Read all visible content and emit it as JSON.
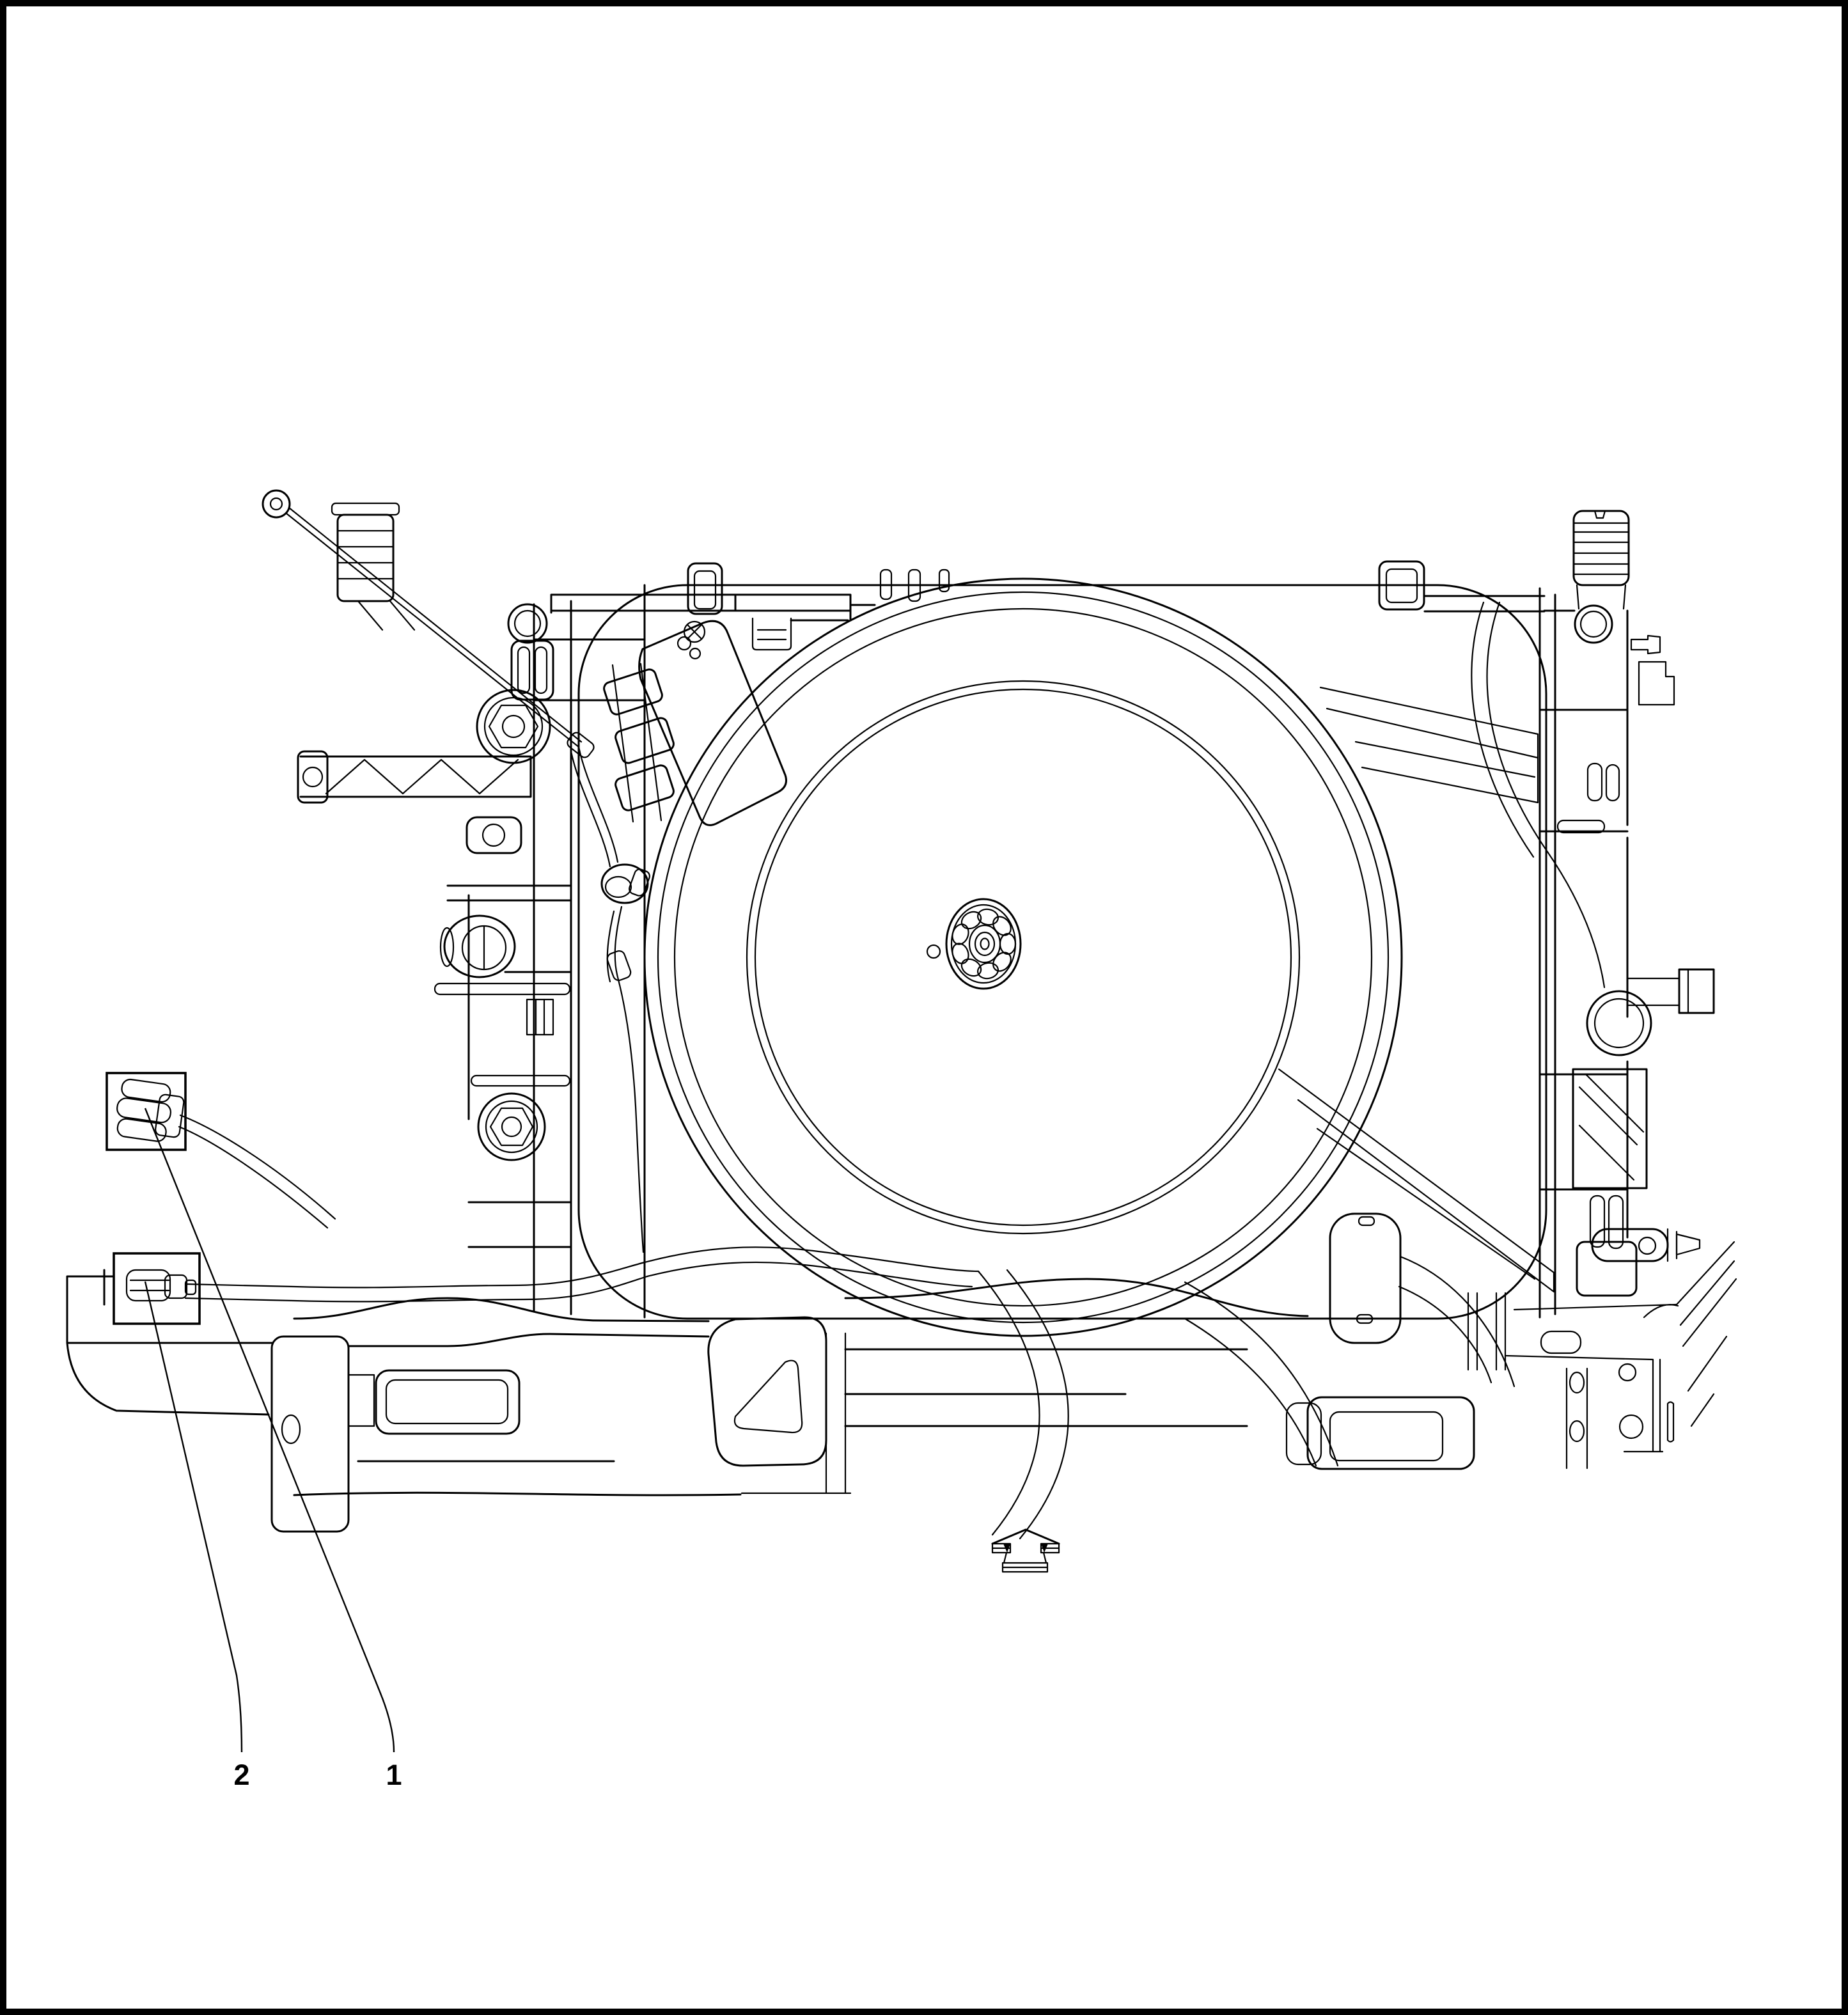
{
  "diagram": {
    "background_color": "#ffffff",
    "line_color": "#000000",
    "border_color": "#000000",
    "labels": {
      "callout_1": "1",
      "callout_2": "2"
    },
    "icons": {
      "front_arrow": "front-direction-arrow"
    }
  }
}
